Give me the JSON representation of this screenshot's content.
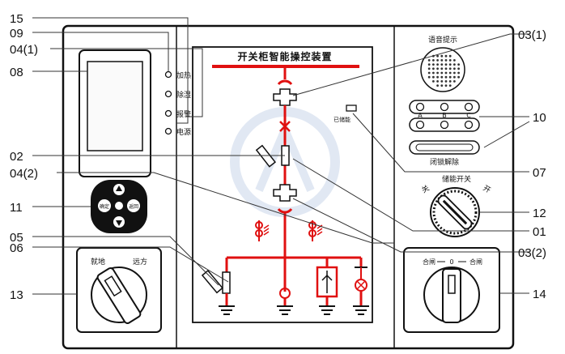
{
  "panel_title": "开关柜智能操控装置",
  "indicators": [
    "加热",
    "除湿",
    "报警",
    "电源"
  ],
  "keypad": {
    "left": "确定",
    "right": "返回"
  },
  "local_remote": {
    "left": "就地",
    "right": "远方"
  },
  "voice_label": "语音提示",
  "phase_labels": [
    "A",
    "B",
    "C"
  ],
  "energized_label": "已储能",
  "lock_release_label": "闭锁解除",
  "rotary_switch": {
    "left": "关",
    "center": "储能开关",
    "right": "开"
  },
  "close_open": {
    "left": "合闸",
    "zero": "0",
    "right": "合闸"
  },
  "callouts": {
    "c15": "15",
    "c09": "09",
    "c04_1": "04(1)",
    "c08": "08",
    "c02": "02",
    "c04_2": "04(2)",
    "c11": "11",
    "c05": "05",
    "c06": "06",
    "c13": "13",
    "c03_1": "03(1)",
    "c10": "10",
    "c07": "07",
    "c12": "12",
    "c01": "01",
    "c03_2": "03(2)",
    "c14": "14"
  },
  "colors": {
    "mimic": "#e01010",
    "outline": "#111111",
    "watermark": "#c9d6ea"
  }
}
